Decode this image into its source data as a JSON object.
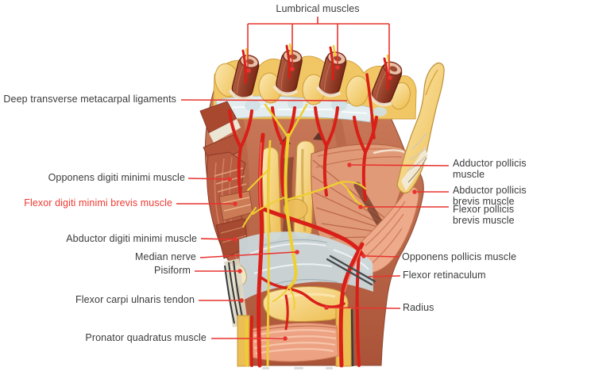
{
  "title_label": "Lumbrical muscles",
  "left_labels": [
    {
      "text": "Deep transverse metacarpal ligaments"
    },
    {
      "text": "Opponens digiti minimi muscle"
    },
    {
      "text": "Flexor digiti minimi brevis muscle",
      "emphasis": "red"
    },
    {
      "text": "Abductor digiti minimi muscle"
    },
    {
      "text": "Median nerve"
    },
    {
      "text": "Pisiform"
    },
    {
      "text": "Flexor carpi ulnaris tendon"
    },
    {
      "text": "Pronator quadratus muscle"
    }
  ],
  "right_labels": [
    {
      "line1": "Adductor pollicis",
      "line2": "muscle"
    },
    {
      "line1": "Abductor pollicis",
      "line2": "brevis muscle"
    },
    {
      "line1": "Flexor pollicis",
      "line2": "brevis muscle"
    },
    {
      "line1": "Opponens pollicis muscle"
    },
    {
      "line1": "Flexor retinaculum"
    },
    {
      "line1": "Radius"
    }
  ],
  "colors": {
    "background": "#ffffff",
    "label_text": "#3b3b3c",
    "highlight_label": "#ee3b33",
    "leader_line": "#e8332e",
    "artery": "#d81f18",
    "nerve": "#efcf30",
    "bone": "#f2c45c",
    "muscle": "#c4684c",
    "ligament": "#dfeaec"
  }
}
